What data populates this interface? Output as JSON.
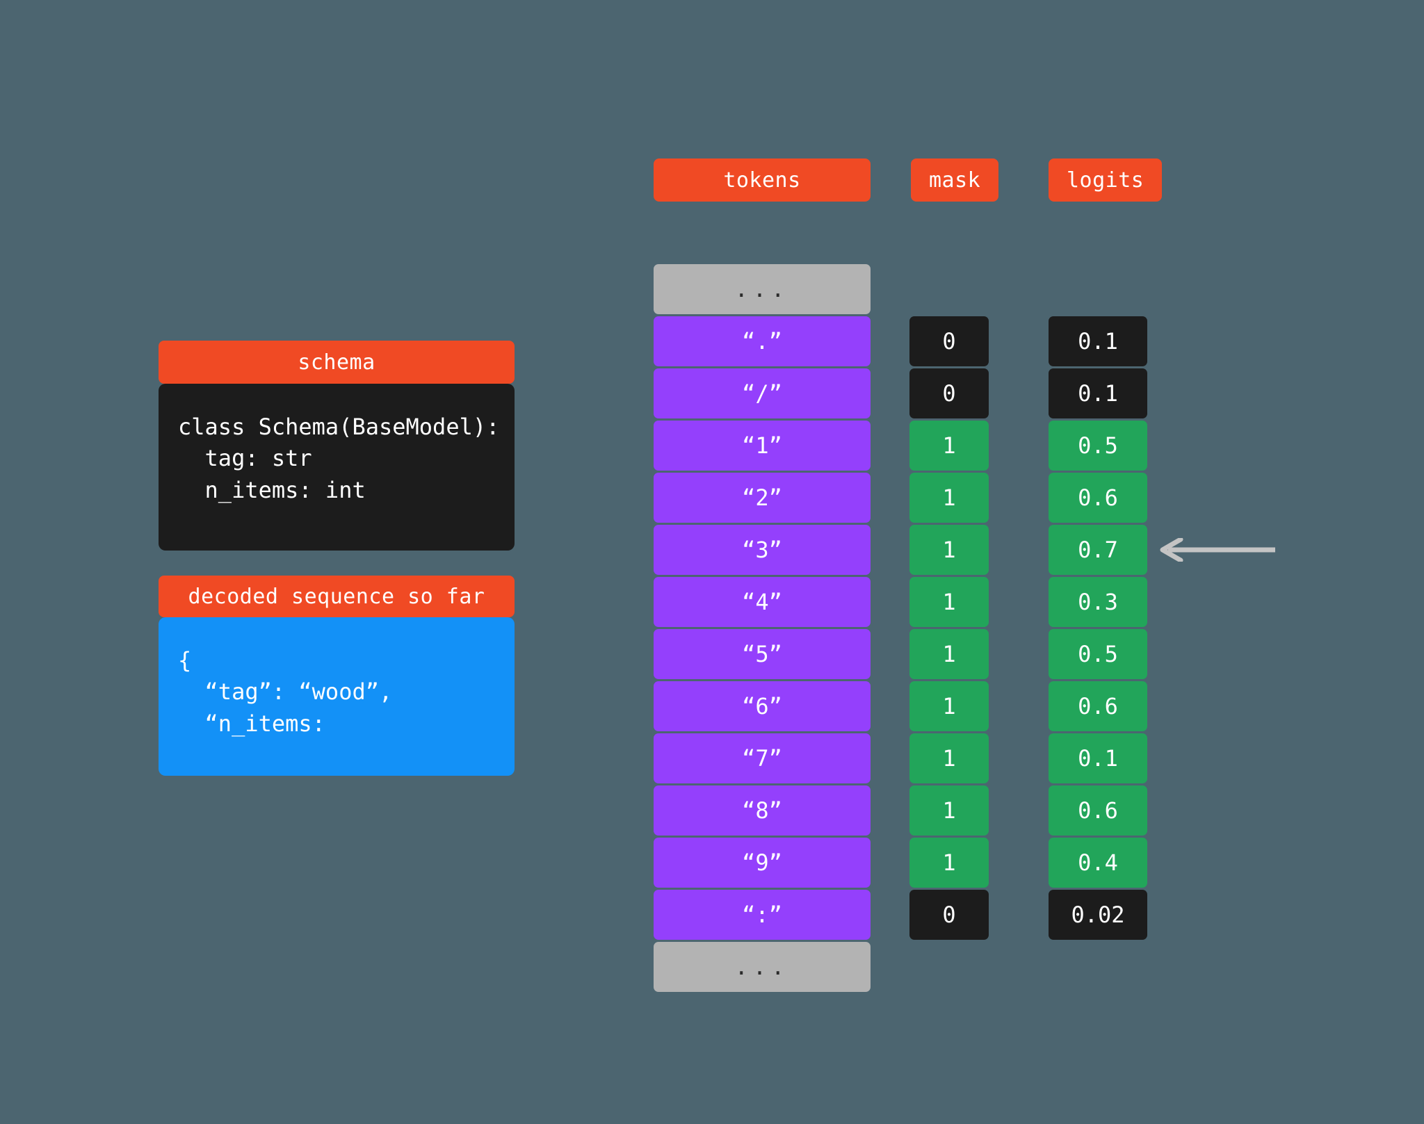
{
  "theme": {
    "background": "#4c6570",
    "accent_orange": "#f04a24",
    "token_purple": "#9440fc",
    "mask_green": "#22a55a",
    "dark": "#1c1c1c",
    "blue": "#1391f7",
    "gray": "#b3b3b3",
    "arrow": "#c4c4c4"
  },
  "schema_panel": {
    "title": "schema",
    "code": "class Schema(BaseModel):\n  tag: str\n  n_items: int"
  },
  "decoded_panel": {
    "title": "decoded sequence so far",
    "code": "{\n  “tag”: “wood”,\n  “n_items:"
  },
  "columns": {
    "tokens_label": "mask",
    "tokens_header": "tokens",
    "mask_header": "mask",
    "logits_header": "logits"
  },
  "ellipsis": "...",
  "chart_data": {
    "type": "table",
    "title": "Constrained decoding mask over candidate tokens",
    "columns": [
      "tokens",
      "mask",
      "logits"
    ],
    "rows": [
      {
        "token": "...",
        "mask": null,
        "logit": null,
        "kind": "ellipsis"
      },
      {
        "token": "“.”",
        "mask": "0",
        "logit": "0.1",
        "kind": "masked"
      },
      {
        "token": "“/”",
        "mask": "0",
        "logit": "0.1",
        "kind": "masked"
      },
      {
        "token": "“1”",
        "mask": "1",
        "logit": "0.5",
        "kind": "allowed"
      },
      {
        "token": "“2”",
        "mask": "1",
        "logit": "0.6",
        "kind": "allowed"
      },
      {
        "token": "“3”",
        "mask": "1",
        "logit": "0.7",
        "kind": "allowed",
        "highlighted": true
      },
      {
        "token": "“4”",
        "mask": "1",
        "logit": "0.3",
        "kind": "allowed"
      },
      {
        "token": "“5”",
        "mask": "1",
        "logit": "0.5",
        "kind": "allowed"
      },
      {
        "token": "“6”",
        "mask": "1",
        "logit": "0.6",
        "kind": "allowed"
      },
      {
        "token": "“7”",
        "mask": "1",
        "logit": "0.1",
        "kind": "allowed"
      },
      {
        "token": "“8”",
        "mask": "1",
        "logit": "0.6",
        "kind": "allowed"
      },
      {
        "token": "“9”",
        "mask": "1",
        "logit": "0.4",
        "kind": "allowed"
      },
      {
        "token": "“:”",
        "mask": "0",
        "logit": "0.02",
        "kind": "masked"
      },
      {
        "token": "...",
        "mask": null,
        "logit": null,
        "kind": "ellipsis"
      }
    ],
    "annotations": [
      {
        "name": "selected-row-arrow",
        "points_to_row": 5,
        "direction": "left"
      }
    ]
  }
}
